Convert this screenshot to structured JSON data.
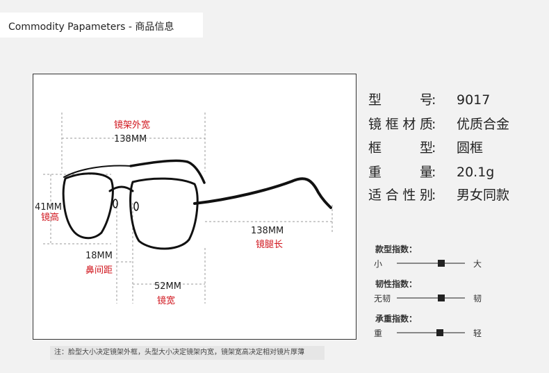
{
  "header": {
    "title": "Commodity Papameters - 商品信息"
  },
  "photo": {
    "frame_width_label": "镜架外宽",
    "frame_width_value": "138MM",
    "lens_height_value": "41MM",
    "lens_height_label": "镜高",
    "temple_value": "138MM",
    "temple_label": "镜腿长",
    "bridge_value": "18MM",
    "bridge_label": "鼻间距",
    "lens_width_value": "52MM",
    "lens_width_label": "镜宽"
  },
  "specs": [
    {
      "label": "型号",
      "label_chars": [
        "型",
        "号"
      ],
      "value": "9017"
    },
    {
      "label": "镜框材质",
      "label_chars": [
        "镜",
        "框",
        "材",
        "质"
      ],
      "value": "优质合金"
    },
    {
      "label": "框型",
      "label_chars": [
        "框",
        "型"
      ],
      "value": "圆框"
    },
    {
      "label": "重量",
      "label_chars": [
        "重",
        "量"
      ],
      "value": "20.1g"
    },
    {
      "label": "适合性别",
      "label_chars": [
        "适",
        "合",
        "性",
        "别"
      ],
      "value": "男女同款"
    }
  ],
  "spec_colon": ":",
  "indices": [
    {
      "title": "款型指数：",
      "left": "小",
      "right": "大",
      "level": 0.65
    },
    {
      "title": "韧性指数：",
      "left": "无韧",
      "right": "韧",
      "level": 0.65
    },
    {
      "title": "承重指数：",
      "left": "重",
      "right": "轻",
      "level": 0.63
    }
  ],
  "note": "注：脸型大小决定镜架外框，头型大小决定镜架内宽，镜架宽高决定相对镜片厚薄",
  "colors": {
    "label_red": "#d0141c",
    "frame_black": "#111111",
    "dash_gray": "#9a9a9a"
  }
}
